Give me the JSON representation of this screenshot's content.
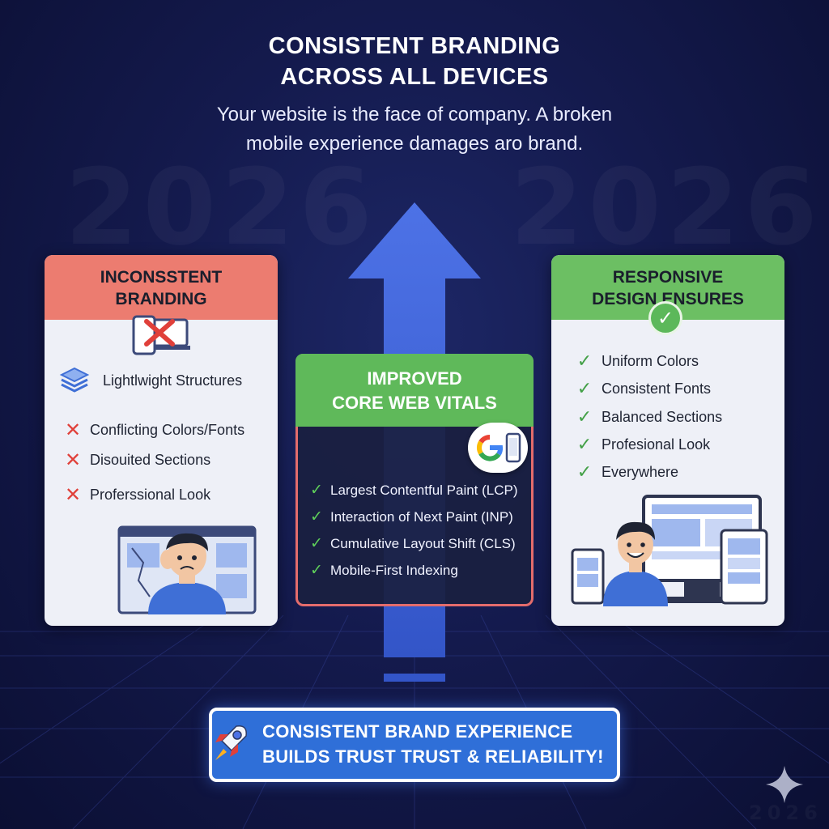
{
  "header": {
    "title_line1": "CONSISTENT BRANDING",
    "title_line2": "ACROSS ALL DEVICES",
    "subtitle_line1": "Your website is the face of company. A broken",
    "subtitle_line2": "mobile experience damages aro brand."
  },
  "background": {
    "watermark": "2026"
  },
  "left_card": {
    "title_line1": "INCONSSTENT",
    "title_line2": "BRANDING",
    "feature": "Lightlwight Structures",
    "items": [
      "Conflicting Colors/Fonts",
      "Disouited Sections",
      "Proferssional Look"
    ],
    "header_color": "#ec7c70"
  },
  "center_card": {
    "title_line1": "IMPROVED",
    "title_line2": "CORE WEB VITALS",
    "items": [
      "Largest Contentful Paint (LCP)",
      "Interaction of Next Paint (INP)",
      "Cumulative Layout Shift (CLS)",
      "Mobile-First Indexing"
    ],
    "header_color": "#5fb95a",
    "border_color": "#e46c6c"
  },
  "right_card": {
    "title_line1": "RESPONSIVE",
    "title_line2": "DESIGN ENSURES",
    "items": [
      "Uniform Colors",
      "Consistent Fonts",
      "Balanced Sections",
      "Profesional Look",
      "Everywhere"
    ],
    "header_color": "#6cbf63"
  },
  "banner": {
    "line1": "CONSISTENT BRAND EXPERIENCE",
    "line2": "BUILDS TRUST TRUST & RELIABILITY!",
    "color": "#2f6fd8"
  },
  "icons": {
    "x": "x-mark-icon",
    "check": "check-icon",
    "layers": "layers-icon",
    "google": "google-g-icon",
    "rocket": "rocket-icon",
    "sparkle": "sparkle-icon"
  }
}
